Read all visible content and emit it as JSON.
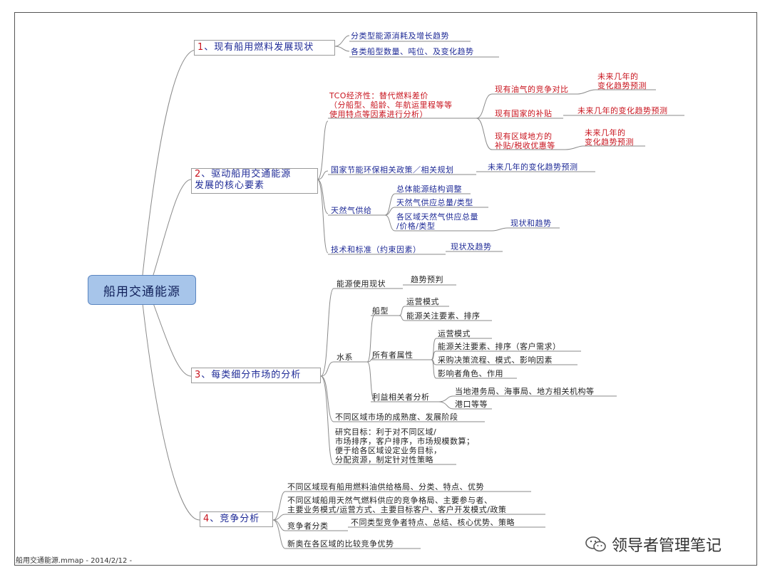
{
  "root": "船用交通能源",
  "branches": [
    {
      "num": "1",
      "label": "、现有船用燃料发展现状"
    },
    {
      "num": "2",
      "label": "、驱动船用交通能源",
      "label2": "发展的核心要素"
    },
    {
      "num": "3",
      "label": "、每类细分市场的分析"
    },
    {
      "num": "4",
      "label": "、竞争分析"
    }
  ],
  "b1": [
    "分类型能源消耗及增长趋势",
    "各类船型数量、吨位、及变化趋势"
  ],
  "b2": {
    "tco": [
      "TCO经济性：替代燃料差价",
      "（分船型、船龄、年航运里程等等",
      "使用特点等因素进行分析）"
    ],
    "tco_children": [
      {
        "label": "现有油气的竞争对比",
        "sub": [
          "未来几年的",
          "变化趋势预测"
        ]
      },
      {
        "label": "现有国家的补贴",
        "sub": [
          "未来几年的变化趋势预测"
        ]
      },
      {
        "label": [
          "现有区域地方的",
          "补贴/税收优惠等"
        ],
        "sub": [
          "未来几年的",
          "变化趋势预测"
        ]
      }
    ],
    "policy": "国家节能环保相关政策／相关规划",
    "policy_child": "未来几年的变化趋势预测",
    "gas": "天然气供给",
    "gas_children": [
      "总体能源结构调整",
      "天然气供应总量/类型",
      [
        "各区域天然气供应总量",
        "/价格/类型"
      ]
    ],
    "gas_child_sub": "现状和趋势",
    "tech": "技术和标准（约束因素）",
    "tech_child": "现状及趋势"
  },
  "b3": {
    "usage": "能源使用现状",
    "usage_child": "趋势预判",
    "water": "水系",
    "ship": "船型",
    "ship_children": [
      "运营模式",
      "能源关注要素、排序"
    ],
    "owner": "所有者属性",
    "owner_children": [
      "运营模式",
      "能源关注要素、排序（客户需求）",
      "采购决策流程、模式、影响因素",
      "影响者角色、作用"
    ],
    "stake": "利益相关者分析",
    "stake_children": [
      "当地港务局、海事局、地方相关机构等",
      "港口等等"
    ],
    "region": "不同区域市场的成熟度、发展阶段",
    "goal": [
      "研究目标：利于对不同区域/",
      "市场排序，客户排序，市场规模数算；",
      "便于给各区域设定业务目标，",
      "分配资源，制定针对性策略"
    ]
  },
  "b4": {
    "c1": "不同区域现有船用燃料油供给格局、分类、特点、优势",
    "c2": [
      "不同区域船用天然气燃料供应的竞争格局、主要参与者、",
      "主要业务模式/运营方式、主要目标客户、客户开发模式/政策"
    ],
    "c3": "竞争者分类",
    "c3_child": "不同类型竞争者特点、总结、核心优势、策略",
    "c4": "新奥在各区域的比较竞争优势"
  },
  "footer": "船用交通能源.mmap - 2014/2/12 -",
  "watermark": "领导者管理笔记",
  "colors": {
    "branch_text": "#1e2a96",
    "number": "#c8141e",
    "root_fill": "#a7c5ea",
    "line": "#8a8a8a"
  }
}
